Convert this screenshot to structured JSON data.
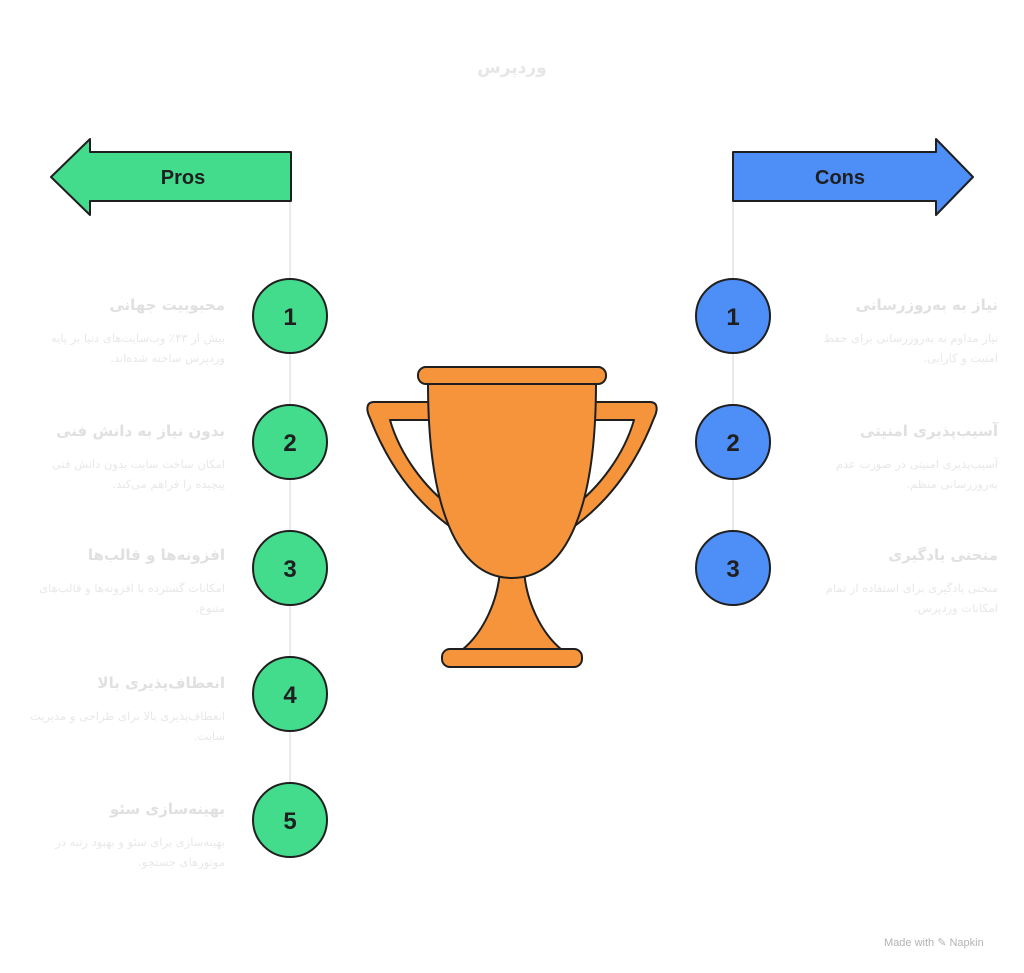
{
  "title": "ورد‌پرس",
  "pros": {
    "label": "Pros",
    "color": "#43dc8d",
    "items": [
      {
        "number": "1",
        "title": "محبوبیت جهانی",
        "desc": "بیش از ۴۳٪ وب‌سایت‌های دنیا بر پایه وردپرس ساخته شده‌اند."
      },
      {
        "number": "2",
        "title": "بدون نیاز به دانش فنی",
        "desc": "امکان ساخت سایت بدون دانش فنی پیچیده را فراهم می‌کند."
      },
      {
        "number": "3",
        "title": "افزونه‌ها و قالب‌ها",
        "desc": "امکانات گسترده با افزونه‌ها و قالب‌های متنوع."
      },
      {
        "number": "4",
        "title": "انعطاف‌پذیری بالا",
        "desc": "انعطاف‌پذیری بالا برای طراحی و مدیریت سایت."
      },
      {
        "number": "5",
        "title": "بهینه‌سازی سئو",
        "desc": "بهینه‌سازی برای سئو و بهبود رتبه در موتورهای جستجو."
      }
    ]
  },
  "cons": {
    "label": "Cons",
    "color": "#4d8ef7",
    "items": [
      {
        "number": "1",
        "title": "نیاز به به‌روزرسانی",
        "desc": "نیاز مداوم به به‌روزرسانی برای حفظ امنیت و کارایی."
      },
      {
        "number": "2",
        "title": "آسیب‌پذیری امنیتی",
        "desc": "آسیب‌پذیری امنیتی در صورت عدم به‌روزرسانی منظم."
      },
      {
        "number": "3",
        "title": "منحنی یادگیری",
        "desc": "منحنی یادگیری برای استفاده از تمام امکانات وردپرس."
      }
    ]
  },
  "trophy": {
    "icon": "trophy-icon",
    "color": "#f5943a"
  },
  "footer": "Made with ✎ Napkin"
}
